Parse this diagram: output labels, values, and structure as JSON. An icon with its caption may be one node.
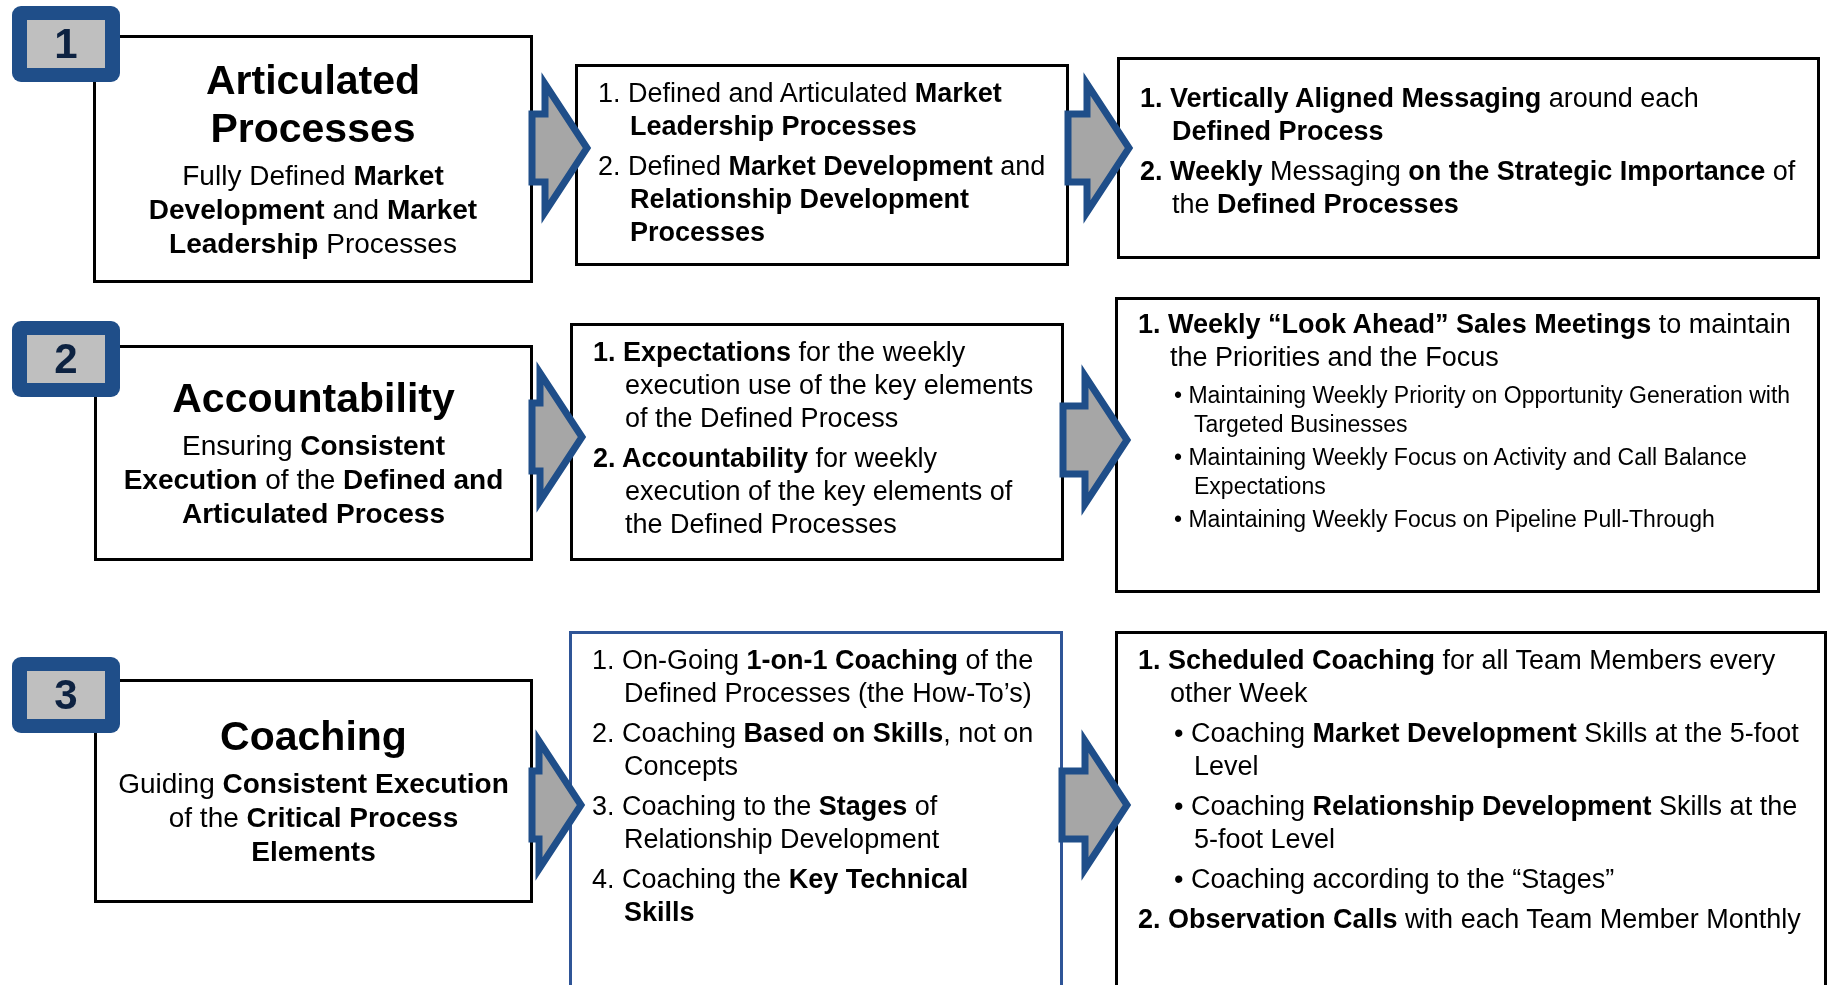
{
  "diagram": {
    "nodes": [
      {
        "text": [
          "1"
        ]
      },
      {
        "text": [
          "Articulated Processes",
          "Fully Defined **Market Development** and **Market Leadership** Processes"
        ]
      },
      {
        "text": [
          "1. Defined and Articulated **Market Leadership Processes**",
          "2. Defined **Market Development** and **Relationship Development Processes**"
        ]
      },
      {
        "text": [
          "**1. Vertically Aligned Messaging** around each **Defined Process**",
          "**2. Weekly** Messaging **on the Strategic Importance** of the **Defined Processes**"
        ]
      },
      {
        "text": [
          "2"
        ]
      },
      {
        "text": [
          "Accountability",
          "Ensuring **Consistent Execution** of the **Defined and Articulated Process**"
        ]
      },
      {
        "text": [
          "**1. Expectations** for the weekly execution use of the key elements of the Defined Process",
          "**2. Accountability** for weekly execution of the key elements of the Defined Processes"
        ]
      },
      {
        "text": [
          "**1. Weekly “Look Ahead” Sales Meetings** to maintain the Priorities and the Focus",
          "• Maintaining Weekly Priority on Opportunity Generation with Targeted Businesses",
          "• Maintaining Weekly Focus on Activity and Call Balance Expectations",
          "• Maintaining Weekly Focus on Pipeline Pull-Through"
        ]
      },
      {
        "text": [
          "3"
        ]
      },
      {
        "text": [
          "Coaching",
          "Guiding **Consistent Execution** of the **Critical Process Elements**"
        ]
      },
      {
        "text": [
          "1. On-Going **1-on-1 Coaching** of the Defined Processes (the How-To’s)",
          "2. Coaching **Based on Skills**, not on Concepts",
          "3. Coaching to the **Stages** of Relationship Development",
          "4. Coaching the **Key Technical Skills**"
        ]
      },
      {
        "text": [
          "**1. Scheduled Coaching** for all Team Members every other Week",
          "• Coaching **Market Development** Skills at the 5-foot Level",
          "• Coaching **Relationship Development** Skills at the 5-foot Level",
          "• Coaching according to the “Stages”",
          "**2. Observation Calls** with each Team Member Monthly"
        ]
      }
    ],
    "edges": [
      {
        "from": 1,
        "to": 2,
        "arrow": "to"
      },
      {
        "from": 2,
        "to": 3,
        "arrow": "to"
      },
      {
        "from": 5,
        "to": 6,
        "arrow": "to"
      },
      {
        "from": 6,
        "to": 7,
        "arrow": "to"
      },
      {
        "from": 9,
        "to": 10,
        "arrow": "to"
      },
      {
        "from": 10,
        "to": 11,
        "arrow": "to"
      }
    ]
  }
}
